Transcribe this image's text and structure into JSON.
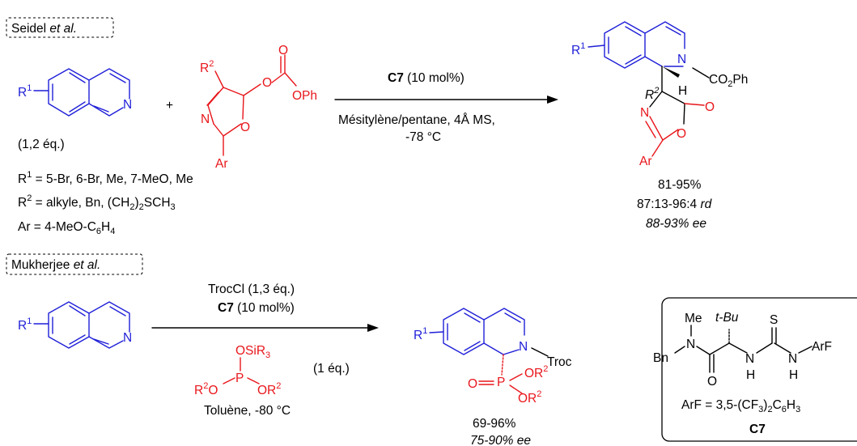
{
  "colors": {
    "blue": "#1f1fd8",
    "red": "#e8161b",
    "black": "#000000"
  },
  "top": {
    "label_author": "Seidel",
    "label_etal": "et al.",
    "plus": "+",
    "iso_equiv": "(1,2 éq.)",
    "cat_name": "C7",
    "cat_load": "(10 mol%)",
    "solvent": "Mésitylène/pentane, 4Å MS,",
    "temp": "-78 °C",
    "r1_list": "= 5-Br, 6-Br, Me, 7-MeO, Me",
    "r2_list_a": "= alkyle, Bn, (CH",
    "r2_list_b": "SCH",
    "ar_list_a": "Ar = 4-MeO-C",
    "ar_list_b": "H",
    "yield": "81-95%",
    "rd_val": "87:13-96:4",
    "rd_lab": "rd",
    "ee_val": "88-93%",
    "ee_lab": "ee"
  },
  "bottom": {
    "label_author": "Mukherjee",
    "label_etal": "et al.",
    "reagent1": "TrocCl (1,3 éq.)",
    "cat_name": "C7",
    "cat_load": "(10 mol%)",
    "phosphite_equiv": "(1 éq.)",
    "solvent": "Toluène, -80 °C",
    "troc": "Troc",
    "yield": "69-96%",
    "ee_val": "75-90%",
    "ee_lab": "ee"
  },
  "catalyst": {
    "me": "Me",
    "tbu": "t-Bu",
    "s": "S",
    "bn": "Bn",
    "arf": "ArF",
    "arf_def_a": "ArF = 3,5-(CF",
    "arf_def_b": "C",
    "arf_def_c": "H",
    "name": "C7"
  },
  "atoms": {
    "N": "N",
    "O": "O",
    "H": "H",
    "R": "R",
    "P": "P",
    "Ar": "Ar",
    "OPh": "OPh",
    "CO2Ph_a": "CO",
    "CO2Ph_b": "Ph",
    "OSiR": "OSiR",
    "OR": "OR",
    "one": "1",
    "two": "2",
    "three": "3",
    "four": "4",
    "six": "6"
  }
}
